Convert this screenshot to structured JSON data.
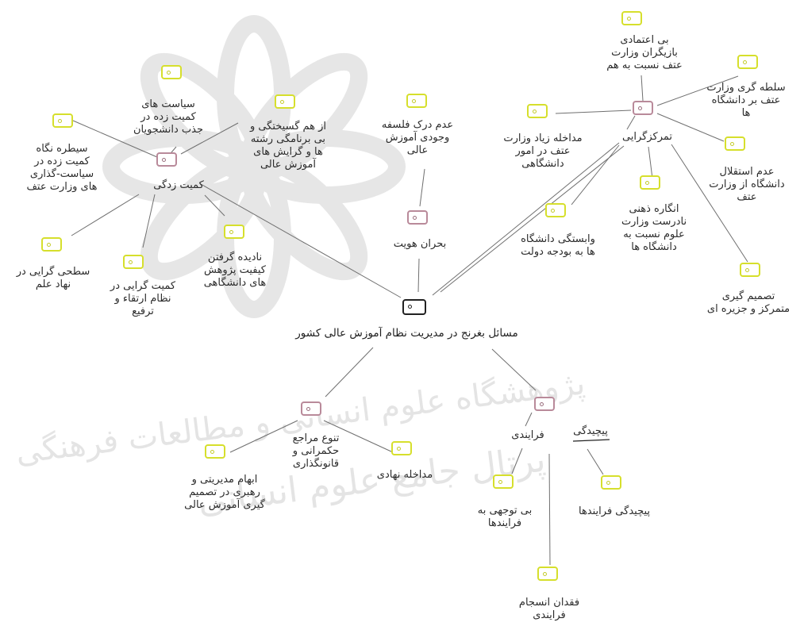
{
  "colors": {
    "code_icon_border": "#d6df2c",
    "category_icon_border": "#b98a9a",
    "root_icon_border": "#222222",
    "edge": "#6f6f6f",
    "watermark": "#d8d8d8"
  },
  "nodes": {
    "root": {
      "label": "مسائل بغرنج در مدیریت نظام آموزش عالی کشور"
    },
    "identity_crisis": {
      "label": "بحران هویت"
    },
    "philosophy": {
      "label": "عدم درک فلسفه\nوجودی آموزش\nعالی"
    },
    "quantitativism": {
      "label": "کمیت زدگی"
    },
    "student_policies": {
      "label": "سیاست های\nکمیت زده در\nجذب دانشجویان"
    },
    "disorganization": {
      "label": "از هم گسیختگی و\nبی برنامگی رشته\nها و گرایش های\nآموزش عالی"
    },
    "quant_view": {
      "label": "سیطره نگاه\nکمیت زده در\nسیاست-گذاری\nهای وزارت عتف"
    },
    "superficiality": {
      "label": "سطحی گرایی در\nنهاد علم"
    },
    "promotion": {
      "label": "کمیت گرایی در\nنظام ارتقاء و\nترفیع"
    },
    "research_quality": {
      "label": "نادیده گرفتن\nکیفیت پژوهش\nهای دانشگاهی"
    },
    "centralism": {
      "label": "تمرکزگرایی"
    },
    "distrust": {
      "label": "بی اعتمادی\nبازیگران وزارت\nعتف نسبت به هم"
    },
    "dominance": {
      "label": "سلطه گری وزارت\nعتف بر دانشگاه\nها"
    },
    "interference": {
      "label": "مداخله زیاد وزارت\nعتف در امور\nدانشگاهی"
    },
    "independence": {
      "label": "عدم استقلال\nدانشگاه از وزارت\nعتف"
    },
    "mindset": {
      "label": "انگاره ذهنی\nنادرست وزارت\nعلوم نسبت به\nدانشگاه ها"
    },
    "budget": {
      "label": "وابستگی دانشگاه\nها به بودجه دولت"
    },
    "decision": {
      "label": "تصمیم گیری\nمتمرکز و جزیره ای"
    },
    "authorities": {
      "label": "تنوع مراجع\nحکمرانی و\nقانونگذاری"
    },
    "ambiguity": {
      "label": "ابهام مدیریتی و\nرهبری در تصمیم\nگیری آموزش عالی"
    },
    "institutional": {
      "label": "مداخله نهادی"
    },
    "complexity": {
      "label": "پیچیدگی"
    },
    "processual": {
      "label": "فرایندی"
    },
    "neglect": {
      "label": "بی توجهی به\nفرایندها"
    },
    "process_complexity": {
      "label": "پیچیدگی فرایندها"
    },
    "incoherence": {
      "label": "فقدان انسجام\nفرایندی"
    }
  },
  "watermark": {
    "line1": "پژوهشگاه علوم انسانی و مطالعات فرهنگی",
    "line2": "پرتال جامع علوم انسانی"
  }
}
